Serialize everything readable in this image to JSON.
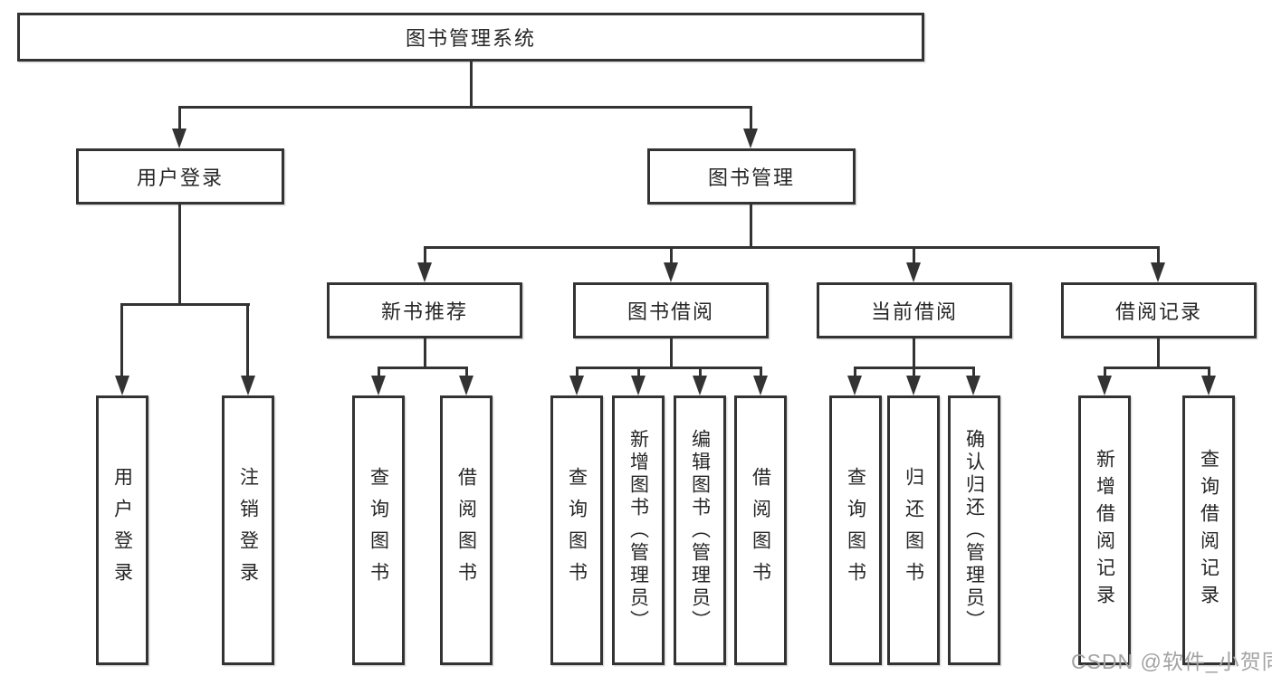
{
  "tree": {
    "root": "图书管理系统",
    "level1": {
      "user": "用户登录",
      "manage": "图书管理"
    },
    "level2": {
      "recommend": "新书推荐",
      "borrow": "图书借阅",
      "current": "当前借阅",
      "records": "借阅记录"
    },
    "user_children": [
      "用户登录",
      "注销登录"
    ],
    "recommend_children": [
      "查询图书",
      "借阅图书"
    ],
    "borrow_children": [
      "查询图书",
      "新增图书（管理员）",
      "编辑图书（管理员）",
      "借阅图书"
    ],
    "current_children": [
      "查询图书",
      "归还图书",
      "确认归还（管理员）"
    ],
    "records_children": [
      "新增借阅记录",
      "查询借阅记录"
    ]
  },
  "watermark": "CSDN @软件_小贺同学",
  "colors": {
    "line": "#333333",
    "text": "#262626",
    "watermark": "#a3a3a3",
    "background": "#ffffff"
  }
}
